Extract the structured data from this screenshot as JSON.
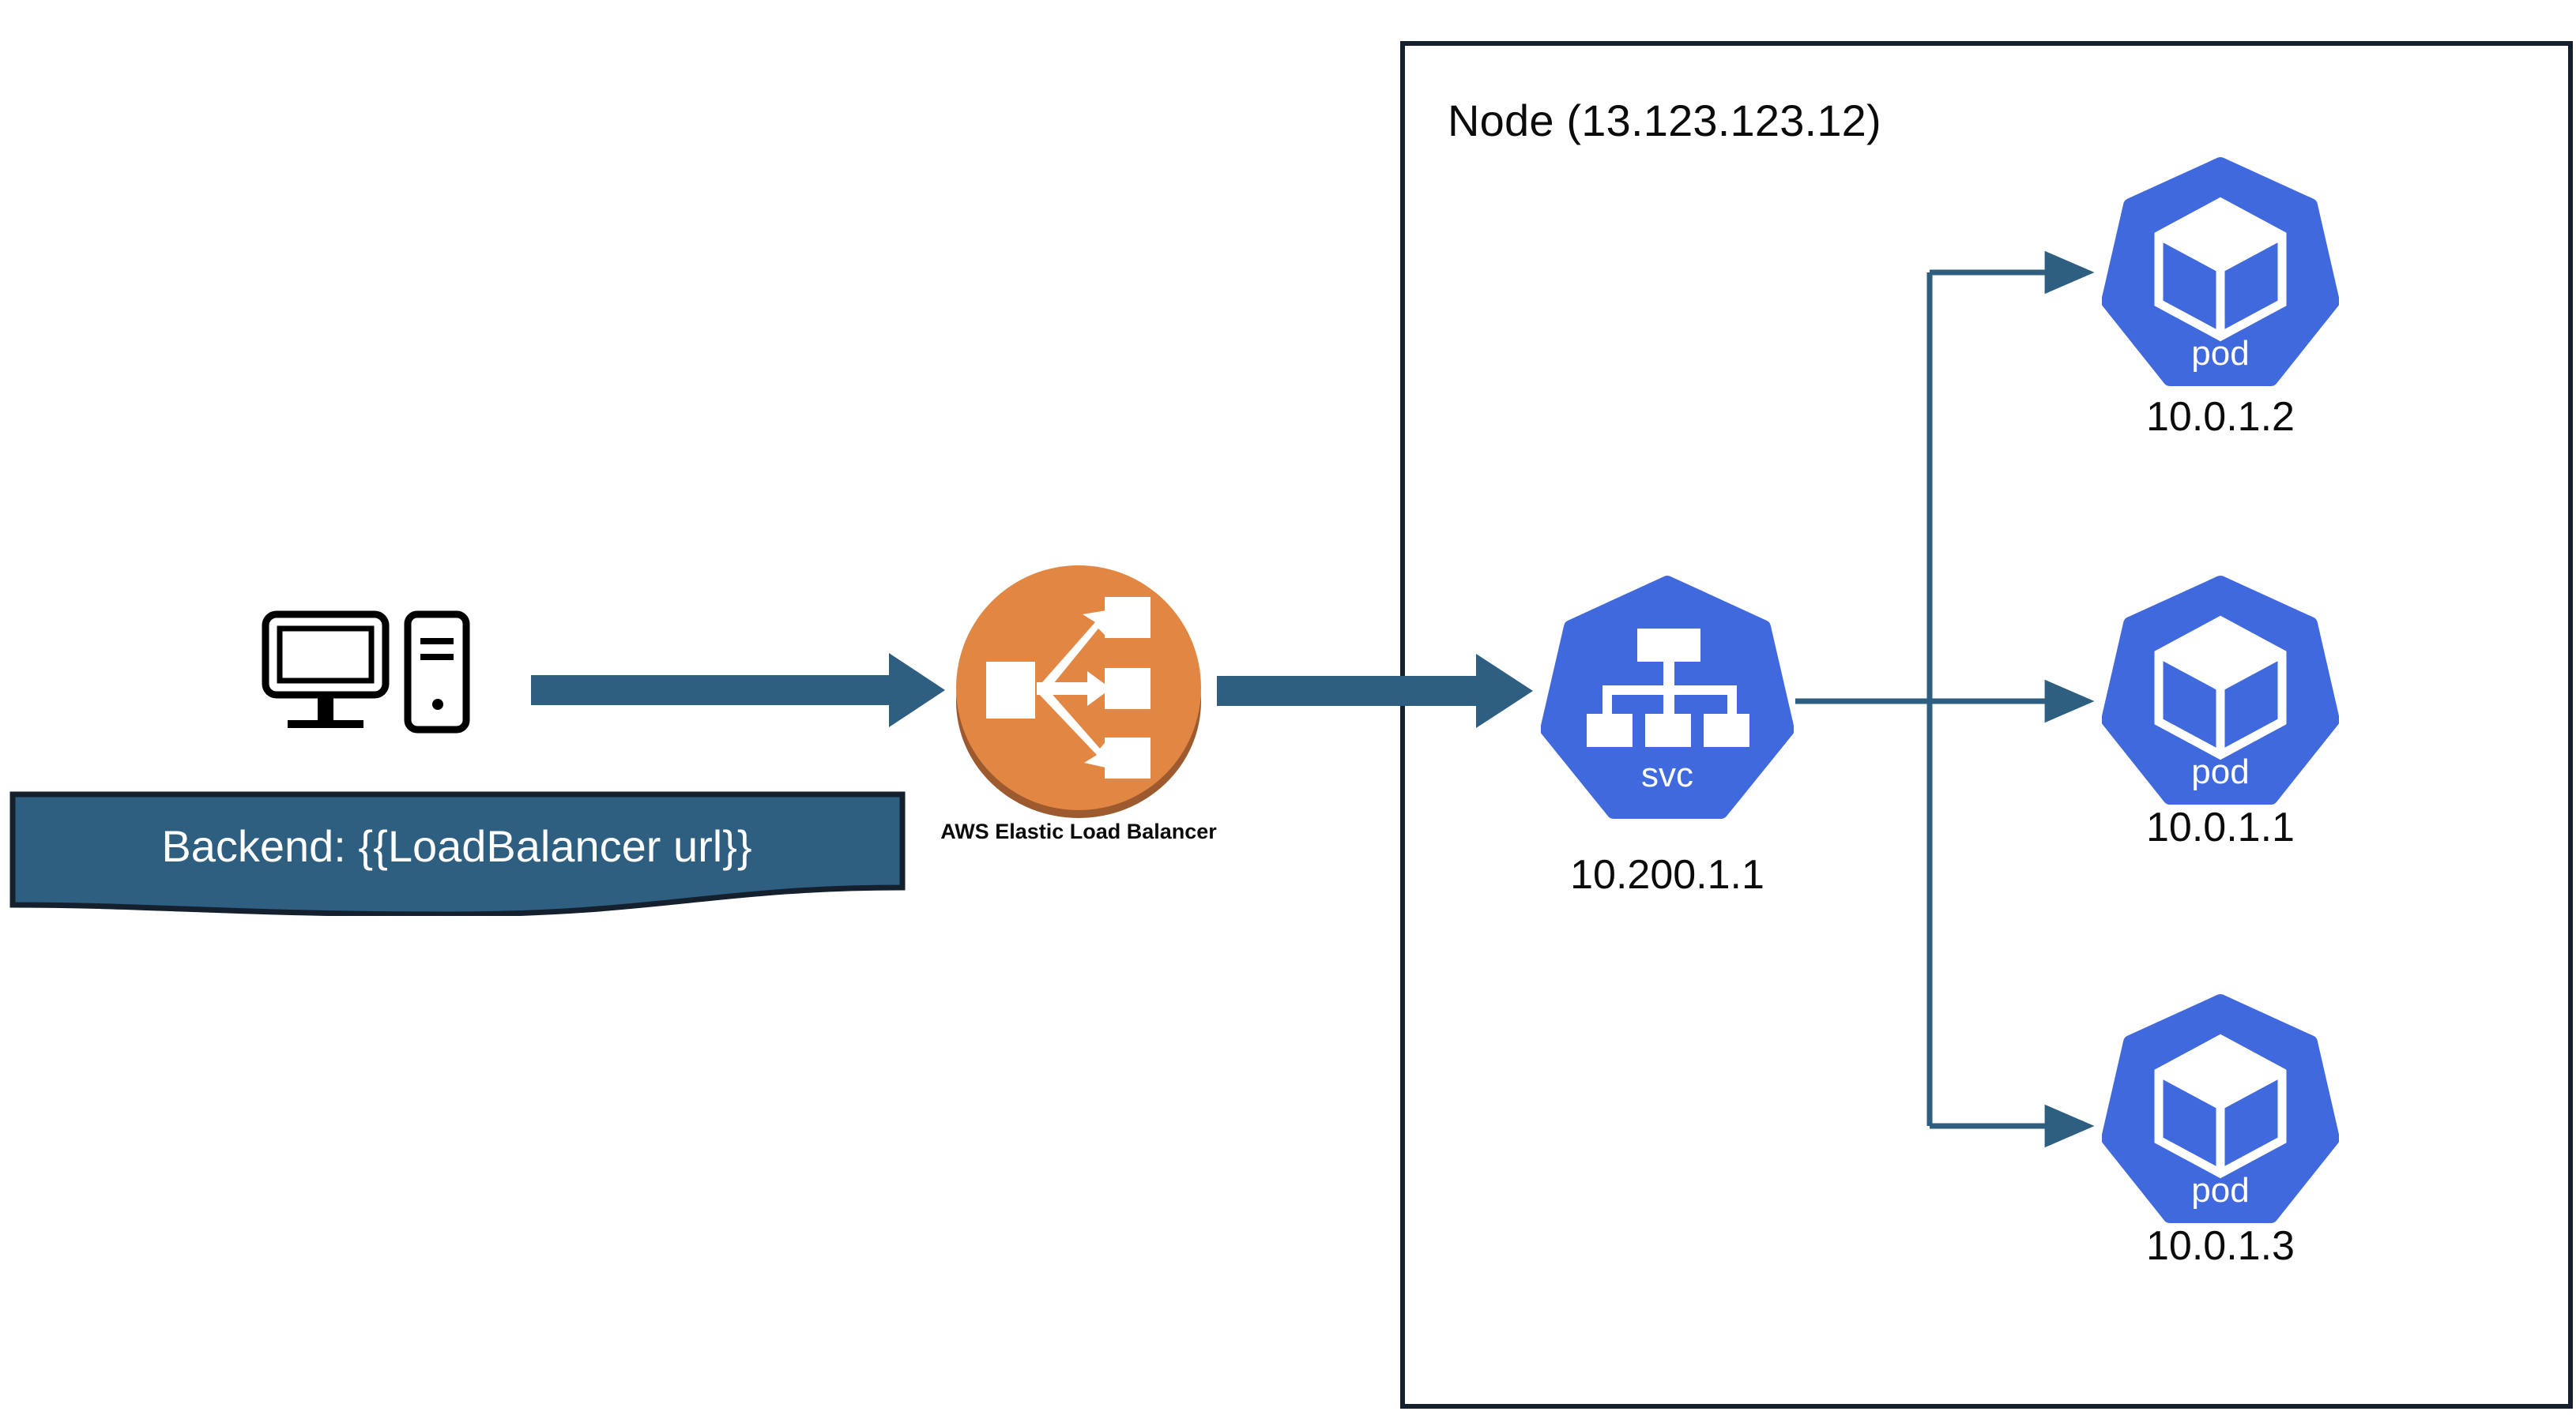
{
  "diagram": {
    "background_color": "#ffffff",
    "palette": {
      "teal_arrow": "#2E5F80",
      "banner_fill": "#2E5F80",
      "banner_border": "#14202e",
      "node_border": "#14202e",
      "k8s_blue": "#4069DE",
      "elb_orange": "#E28743",
      "elb_orange_shadow": "#9C5A2E",
      "text_dark": "#0b0b0b",
      "icon_white": "#ffffff"
    }
  },
  "client": {
    "icon_name": "desktop-computer-icon"
  },
  "banner": {
    "text": "Backend: {{LoadBalancer url}}"
  },
  "load_balancer": {
    "icon_name": "aws-elastic-load-balancer-icon",
    "label": "AWS Elastic Load Balancer"
  },
  "node": {
    "title": "Node (13.123.123.12)"
  },
  "service": {
    "icon_name": "kubernetes-service-icon",
    "icon_label": "svc",
    "ip": "10.200.1.1"
  },
  "pods": [
    {
      "icon_name": "kubernetes-pod-icon",
      "icon_label": "pod",
      "ip": "10.0.1.2"
    },
    {
      "icon_name": "kubernetes-pod-icon",
      "icon_label": "pod",
      "ip": "10.0.1.1"
    },
    {
      "icon_name": "kubernetes-pod-icon",
      "icon_label": "pod",
      "ip": "10.0.1.3"
    }
  ],
  "connections": [
    {
      "from": "client",
      "to": "load-balancer",
      "style": "thick-arrow"
    },
    {
      "from": "load-balancer",
      "to": "service",
      "style": "thick-arrow"
    },
    {
      "from": "service",
      "to": "pod-1",
      "style": "thin-arrow"
    },
    {
      "from": "service",
      "to": "pod-2",
      "style": "thin-arrow"
    },
    {
      "from": "service",
      "to": "pod-3",
      "style": "thin-arrow"
    }
  ]
}
